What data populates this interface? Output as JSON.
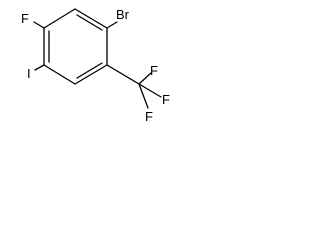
{
  "structure": {
    "atoms": {
      "fluoro": "F",
      "bromo": "Br",
      "iodo": "I",
      "cf3_top": "F",
      "cf3_right": "F",
      "cf3_bottom": "F"
    }
  },
  "colors": {
    "bond": "#000000",
    "text": "#000000",
    "background": "#ffffff"
  }
}
